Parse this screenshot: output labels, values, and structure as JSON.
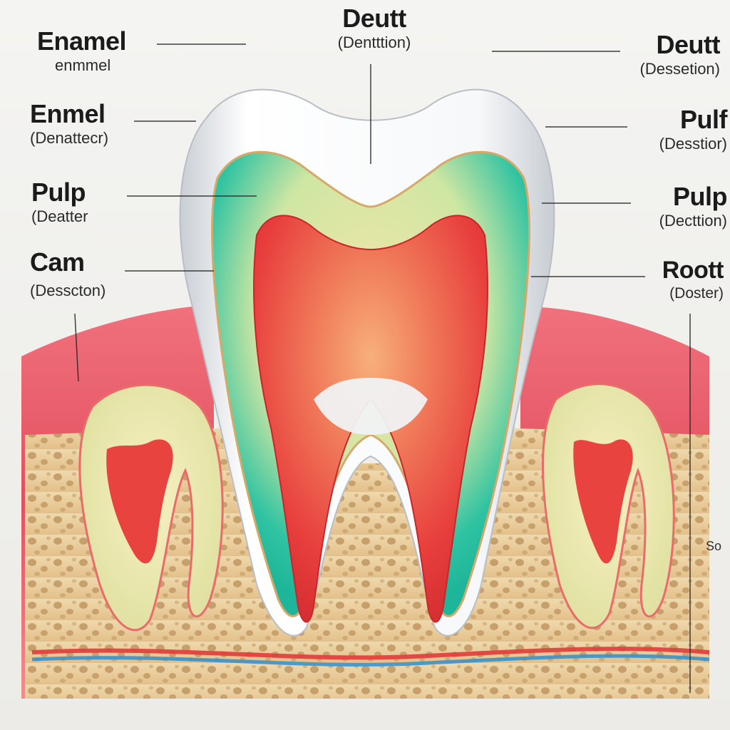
{
  "labels": {
    "left_1": {
      "title": "Enamel",
      "sub": "enmmel"
    },
    "left_2": {
      "title": "Enmel",
      "sub": "(Denattecr)"
    },
    "left_3": {
      "title": "Pulp",
      "sub": "(Deatter"
    },
    "left_4": {
      "title": "Cam",
      "sub": "(Desscton)"
    },
    "top_center": {
      "title": "Deutt",
      "sub": "(Dentttion)"
    },
    "right_1": {
      "title": "Deutt",
      "sub": "(Dessetion)"
    },
    "right_2": {
      "title": "Pulf",
      "sub": "(Desstior)"
    },
    "right_3": {
      "title": "Pulp",
      "sub": "(Decttion)"
    },
    "right_4": {
      "title": "Roott",
      "sub": "(Doster)"
    }
  },
  "edge_text": "So",
  "colors": {
    "background": "#f1f1ef",
    "enamel": "#f4f6f8",
    "dentin_teal": "#2fc3a2",
    "dentin_yellow": "#e3e0a4",
    "pulp_red": "#e8433f",
    "gum_pink": "#e85a6a",
    "bone_tan": "#e8cf9c",
    "vessel_blue": "#2f8fd0"
  }
}
